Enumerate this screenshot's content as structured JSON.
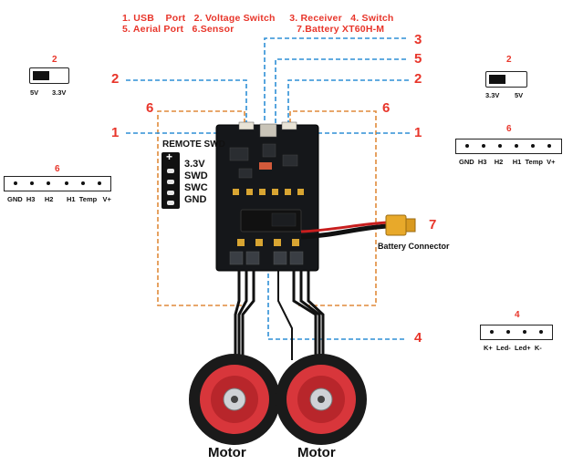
{
  "legend": {
    "line1": "1. USB    Port   2. Voltage Switch     3. Receiver   4. Switch",
    "line2": "5. Aerial Port   6.Sensor                      7.Battery XT60H-M"
  },
  "callouts": {
    "n1_left": "1",
    "n1_right": "1",
    "n2_left": "2",
    "n2_right": "2",
    "n3": "3",
    "n5": "5",
    "n6_left": "6",
    "n6_right": "6",
    "n7": "7",
    "n4": "4"
  },
  "left_switch": {
    "num": "2",
    "label_a": "5V",
    "label_b": "3.3V"
  },
  "right_switch": {
    "num": "2",
    "label_a": "3.3V",
    "label_b": "5V"
  },
  "left_sensor": {
    "num": "6",
    "pins": "GND  H3     H2       H1  Temp   V+"
  },
  "right_sensor": {
    "num": "6",
    "pins": "GND  H3    H2     H1  Temp  V+"
  },
  "switch_connector": {
    "num": "4",
    "pins": "K+  Led-  Led+  K-"
  },
  "swd": {
    "title": "REMOTE SWD",
    "symbol": "+",
    "rows": [
      "3.3V",
      "SWD",
      "SWC",
      "GND"
    ]
  },
  "battery_label": "Battery Connector",
  "motors": [
    "Motor",
    "Motor"
  ],
  "colors": {
    "callout": "#e8352a",
    "blue_line": "#2f8fd6",
    "orange_line": "#e08a3a",
    "wheel_red": "#d8363b"
  }
}
